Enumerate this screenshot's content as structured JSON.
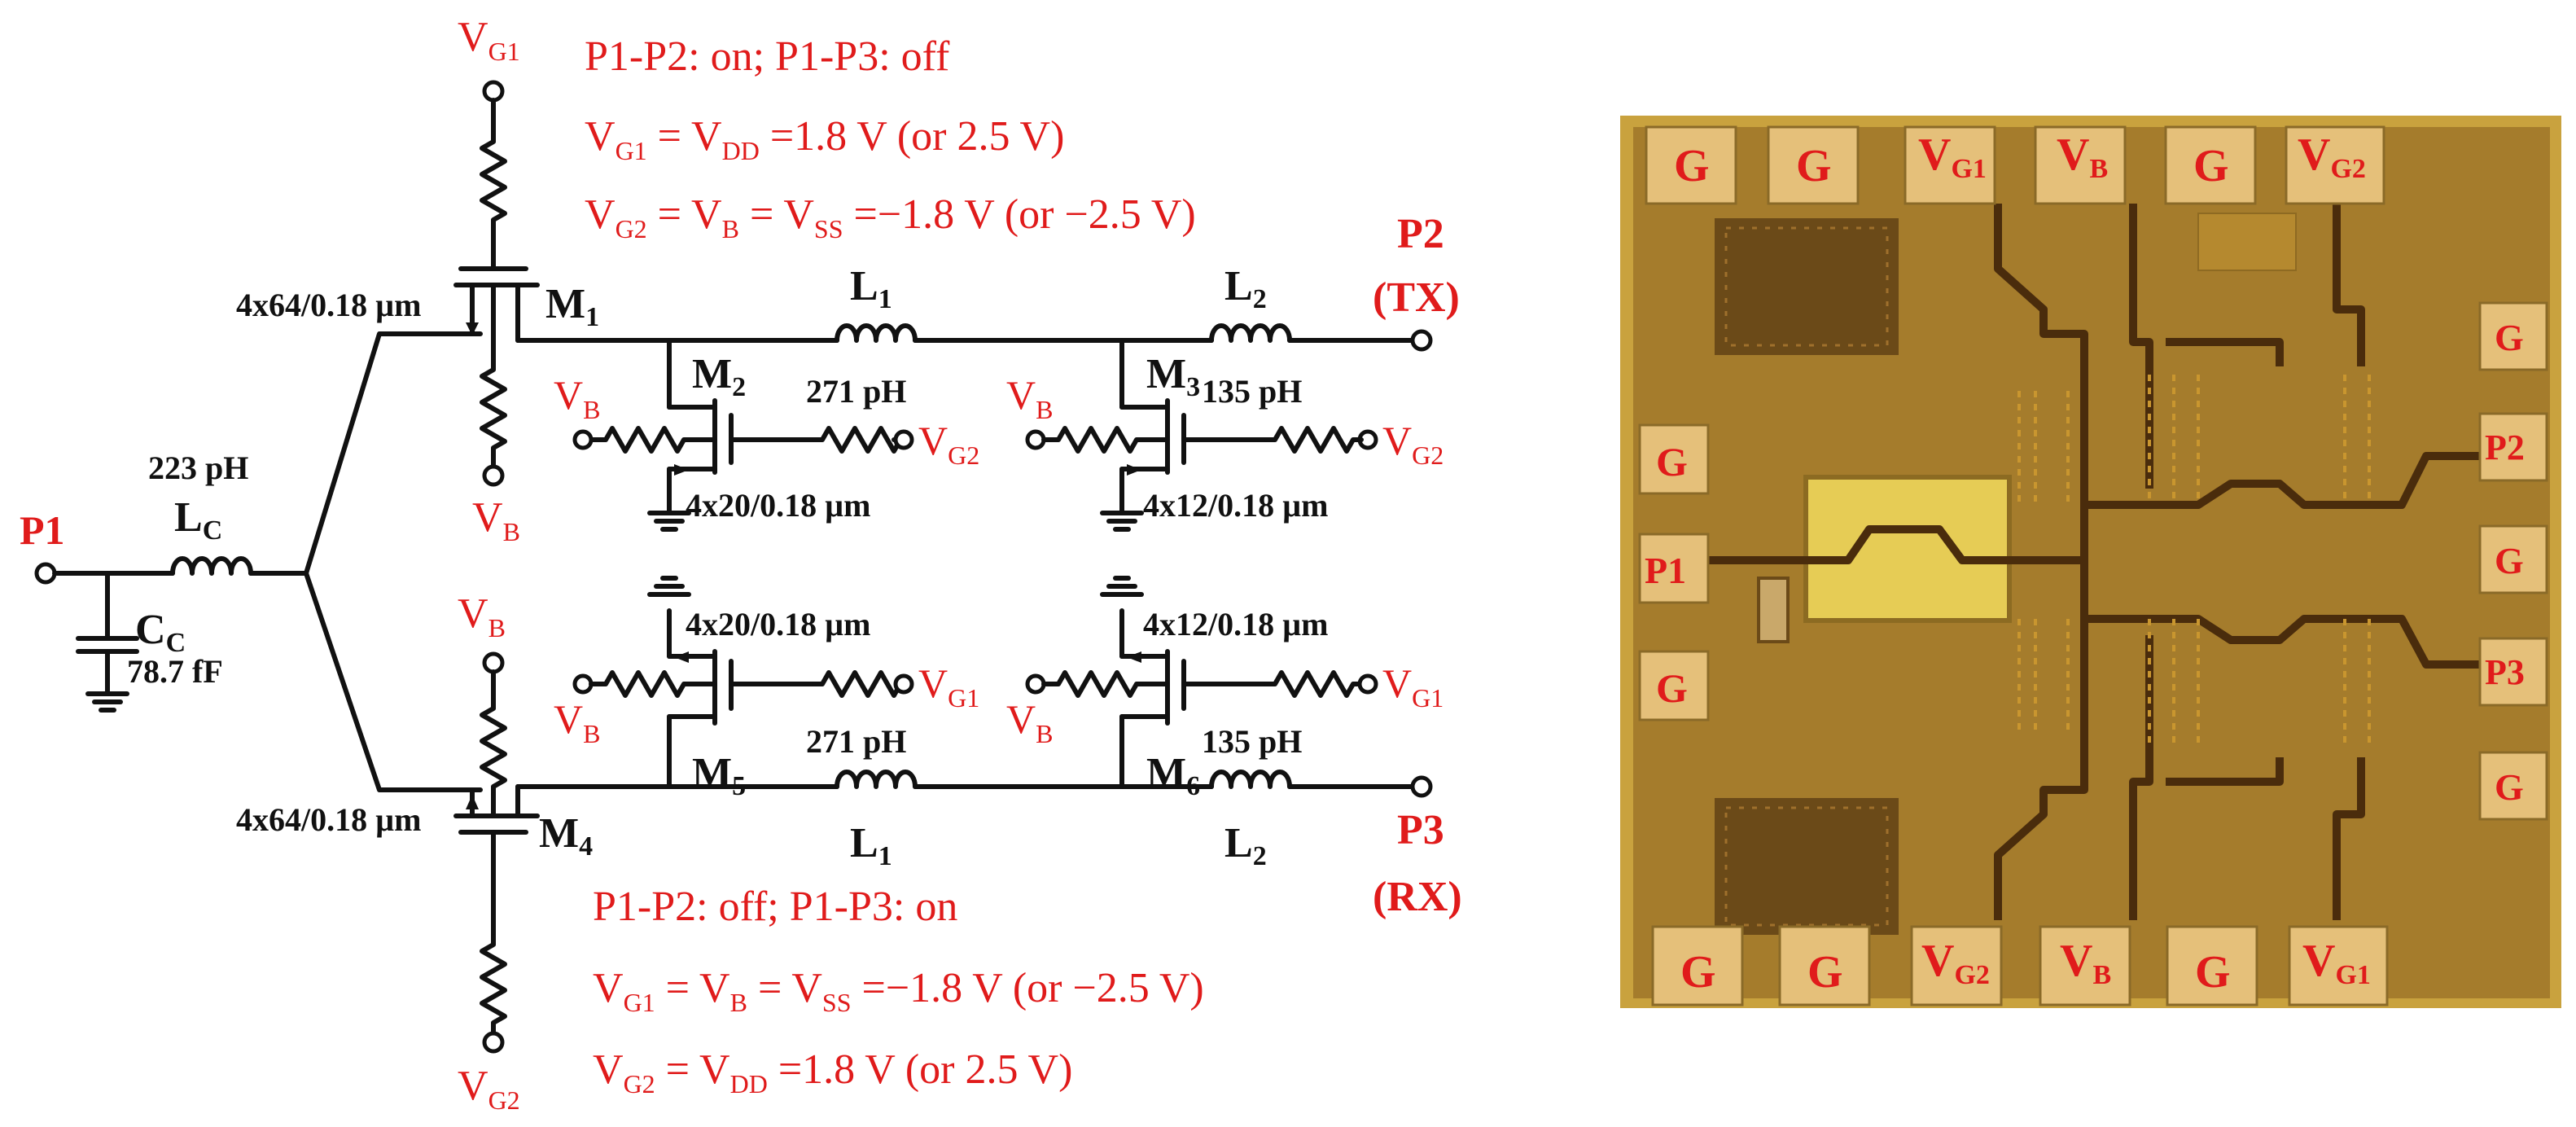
{
  "schematic": {
    "tx_mode": {
      "title": "P1-P2: on; P1-P3: off",
      "eq1": {
        "a": "V",
        "a_sub": "G1",
        "b": " = V",
        "b_sub": "DD",
        "c": " =1.8 V (or 2.5 V)"
      },
      "eq2": {
        "a": "V",
        "a_sub": "G2",
        "b": " = V",
        "b_sub": "B",
        "c": " = V",
        "c_sub": "SS",
        "d": " =−1.8 V (or  −2.5 V)"
      }
    },
    "rx_mode": {
      "title": "P1-P2: off; P1-P3: on",
      "eq1": {
        "a": "V",
        "a_sub": "G1",
        "b": " = V",
        "b_sub": "B",
        "c": " = V",
        "c_sub": "SS",
        "d": " =−1.8 V (or  −2.5 V)"
      },
      "eq2": {
        "a": "V",
        "a_sub": "G2",
        "b": " = V",
        "b_sub": "DD",
        "c": " =1.8 V (or 2.5 V)"
      }
    },
    "ports": {
      "p1": "P1",
      "p2": "P2",
      "p2_mode": "(TX)",
      "p3": "P3",
      "p3_mode": "(RX)"
    },
    "components": {
      "lc_value": "223 pH",
      "lc_main": "L",
      "lc_sub": "C",
      "cc_main": "C",
      "cc_sub": "C",
      "cc_value": "78.7 fF",
      "l1_main": "L",
      "l1_sub": "1",
      "l1_value": "271 pH",
      "l2_main": "L",
      "l2_sub": "2",
      "l2_value": "135 pH",
      "m1_main": "M",
      "m1_sub": "1",
      "m2_main": "M",
      "m2_sub": "2",
      "m3_main": "M",
      "m3_sub": "3",
      "m4_main": "M",
      "m4_sub": "4",
      "m5_main": "M",
      "m5_sub": "5",
      "m6_main": "M",
      "m6_sub": "6",
      "m1_size": "4x64/0.18 µm",
      "m4_size": "4x64/0.18 µm",
      "m2_size": "4x20/0.18 µm",
      "m5_size": "4x20/0.18 µm",
      "m3_size": "4x12/0.18 µm",
      "m6_size": "4x12/0.18 µm"
    },
    "bias": {
      "v": "V",
      "g1": "G1",
      "g2": "G2",
      "b": "B"
    }
  },
  "chip_photo": {
    "top_pads": [
      {
        "main": "G",
        "sub": ""
      },
      {
        "main": "G",
        "sub": ""
      },
      {
        "main": "V",
        "sub": "G1"
      },
      {
        "main": "V",
        "sub": "B"
      },
      {
        "main": "G",
        "sub": ""
      },
      {
        "main": "V",
        "sub": "G2"
      }
    ],
    "bottom_pads": [
      {
        "main": "G",
        "sub": ""
      },
      {
        "main": "G",
        "sub": ""
      },
      {
        "main": "V",
        "sub": "G2"
      },
      {
        "main": "V",
        "sub": "B"
      },
      {
        "main": "G",
        "sub": ""
      },
      {
        "main": "V",
        "sub": "G1"
      }
    ],
    "left_pads": [
      "G",
      "P1",
      "G"
    ],
    "right_pads": [
      "G",
      "P2",
      "G",
      "P3",
      "G"
    ]
  },
  "colors": {
    "label_red": "#e01b1b",
    "chip_background": "#b08a3a",
    "pad_gold": "#e5c07a"
  }
}
